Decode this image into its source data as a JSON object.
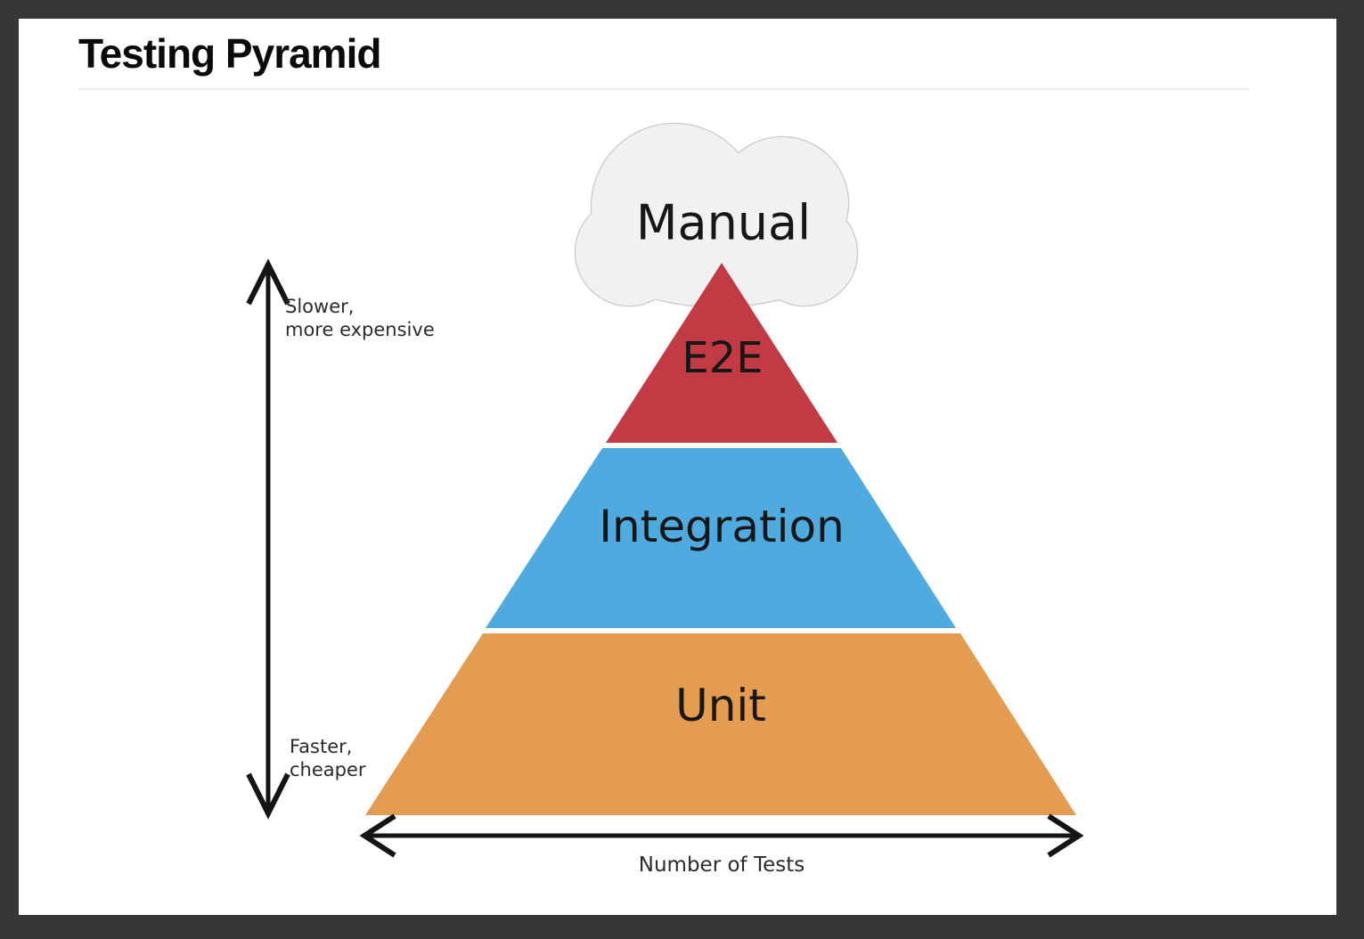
{
  "window": {
    "frame_color": "#363636",
    "panel_color": "#ffffff"
  },
  "header": {
    "title": "Testing Pyramid"
  },
  "diagram": {
    "arrow_color": "#141414",
    "cloud": {
      "label": "Manual",
      "fill": "#f1f1f1",
      "border": "#c9c9c9"
    },
    "layers": [
      {
        "label": "E2E",
        "color": "#c23b44"
      },
      {
        "label": "Integration",
        "color": "#4fabdf"
      },
      {
        "label": "Unit",
        "color": "#e49c50"
      }
    ],
    "vertical_axis": {
      "top_label": "Slower,\nmore expensive",
      "bottom_label": "Faster,\ncheaper"
    },
    "horizontal_axis": {
      "label": "Number of Tests"
    }
  }
}
